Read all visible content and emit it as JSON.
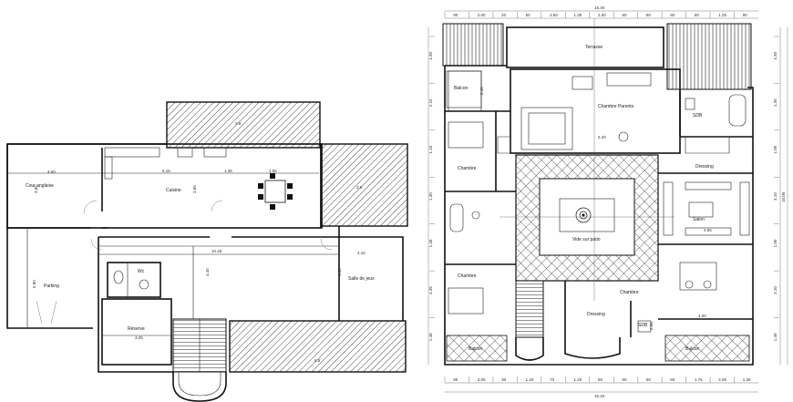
{
  "left_plan": {
    "rooms": [
      {
        "id": "cour",
        "label": "Cour anglaise"
      },
      {
        "id": "cuisine",
        "label": "Cuisine"
      },
      {
        "id": "parking",
        "label": "Parking"
      },
      {
        "id": "salle",
        "label": "Salle de jeux"
      },
      {
        "id": "reserve",
        "label": "Réserve"
      },
      {
        "id": "wc",
        "label": "Wc"
      }
    ],
    "dimensions": {
      "cour_w": "4.50",
      "cuisine_w": "6.15",
      "dining_w": "4.55",
      "cour_h": "3.85",
      "cuisine_h": "3.85",
      "mid_w": "10.45",
      "salle_w": "4.10",
      "parking_h": "5.80",
      "mid_h": "4.45",
      "salle_h": "4.45",
      "res_h": "3.25",
      "kit_small": "1.45",
      "hatch_a": "3.8",
      "hatch_b": "3.8",
      "hatch_c": "5.8"
    }
  },
  "right_plan": {
    "rooms": [
      {
        "id": "terrasse",
        "label": "Terrasse"
      },
      {
        "id": "balcon_top",
        "label": "Balcon"
      },
      {
        "id": "chambre_parents",
        "label": "Chambre Parents"
      },
      {
        "id": "sdb_top",
        "label": "SDB"
      },
      {
        "id": "chambre_1",
        "label": "Chambre"
      },
      {
        "id": "dressing_top",
        "label": "Dressing"
      },
      {
        "id": "salon",
        "label": "Salon"
      },
      {
        "id": "vide",
        "label": "Vide sur patio"
      },
      {
        "id": "chambre_2",
        "label": "Chambre"
      },
      {
        "id": "chambre_3",
        "label": "Chambre"
      },
      {
        "id": "dressing_bot",
        "label": "Dressing"
      },
      {
        "id": "sdb_bot",
        "label": "SDB"
      },
      {
        "id": "balcon_bl",
        "label": "Balcon"
      },
      {
        "id": "balcon_br",
        "label": "Balcon"
      }
    ],
    "top_total": "15.40",
    "bottom_total": "15.40",
    "top_dims": [
      "90",
      "2.00",
      "20",
      "50",
      "2.50",
      "1.35",
      "2.50",
      "50",
      "50",
      "60",
      "60",
      "1.25",
      "90"
    ],
    "bottom_dims": [
      "90",
      "2.00",
      "30",
      "1.20",
      "70",
      "1.20",
      "50",
      "50",
      "60",
      "60",
      "1.75",
      "2.00",
      "1.35"
    ],
    "left_dims": [
      "4.30",
      "2.15",
      "1.10",
      "1.30",
      "1.40",
      "4.35",
      "1.40"
    ],
    "right_dims": [
      "4.30",
      "1.35",
      "1.00",
      "3.10",
      "1.00",
      "3.10",
      "1.40"
    ],
    "right_total": "16.00",
    "inner_dims": {
      "salon_w": "4.65",
      "ch3_w": "4.00",
      "center": "5.40",
      "balcon_h": "2.40",
      "bal2": "2.00"
    }
  }
}
